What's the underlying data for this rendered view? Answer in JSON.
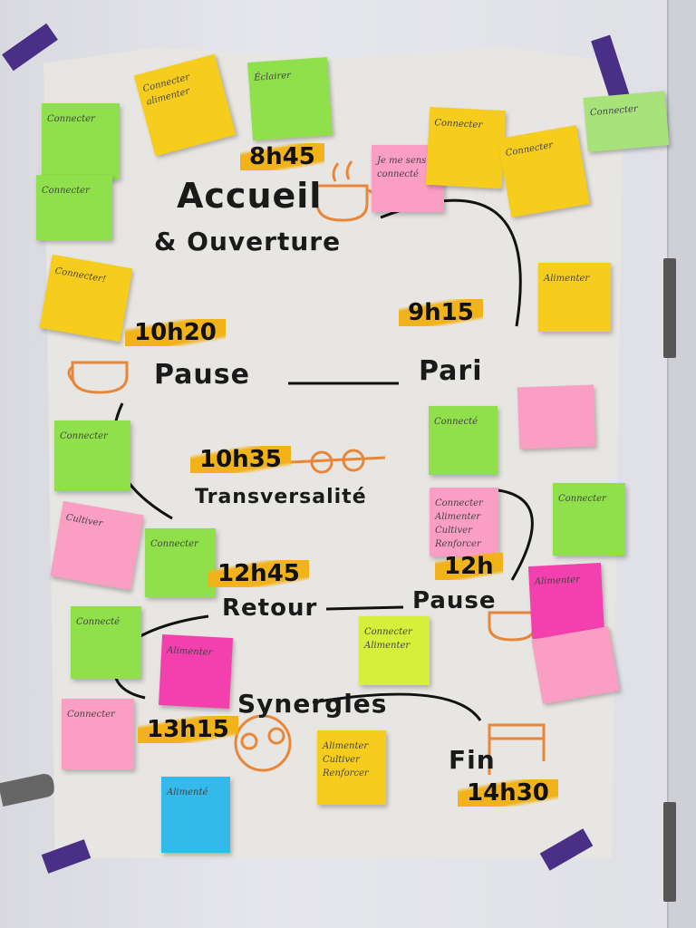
{
  "board": {
    "steps": [
      {
        "time": "8h45",
        "title": "Accueil",
        "subtitle": "& Ouverture"
      },
      {
        "time": "9h15",
        "title": "Pari"
      },
      {
        "time": "10h20",
        "title": "Pause"
      },
      {
        "time": "10h35",
        "title": "Transversalité"
      },
      {
        "time": "12h",
        "title": "Pause"
      },
      {
        "time": "12h45",
        "title": "Retour"
      },
      {
        "time": "13h15",
        "title": "Synergies"
      },
      {
        "time": "14h30",
        "title": "Fin"
      }
    ]
  },
  "notes": [
    {
      "color": "#8fe04a",
      "text": "Connecter"
    },
    {
      "color": "#8fe04a",
      "text": "Connecter"
    },
    {
      "color": "#f7cd1d",
      "text": "Connecter alimenter"
    },
    {
      "color": "#8fe04a",
      "text": "Éclairer"
    },
    {
      "color": "#fb9ec4",
      "text": "Je me sens connecté"
    },
    {
      "color": "#f7cd1d",
      "text": "Connecter"
    },
    {
      "color": "#f7cd1d",
      "text": "Connecter"
    },
    {
      "color": "#a7e27a",
      "text": "Connecter"
    },
    {
      "color": "#f7cd1d",
      "text": "Connecter!"
    },
    {
      "color": "#f7cd1d",
      "text": "Alimenter"
    },
    {
      "color": "#8fe04a",
      "text": "Connecté"
    },
    {
      "color": "#8fe04a",
      "text": "Connecter"
    },
    {
      "color": "#fb9ec4",
      "text": "Connecter Alimenter Cultiver Renforcer"
    },
    {
      "color": "#8fe04a",
      "text": "Connecter"
    },
    {
      "color": "#fb9ec4",
      "text": "Cultiver"
    },
    {
      "color": "#8fe04a",
      "text": "Connecter"
    },
    {
      "color": "#f43fae",
      "text": "Alimenter"
    },
    {
      "color": "#8fe04a",
      "text": "Connecté"
    },
    {
      "color": "#d5f03a",
      "text": "Connecter Alimenter"
    },
    {
      "color": "#f43fae",
      "text": "Alimenter"
    },
    {
      "color": "#fb9ec4",
      "text": "Connecter"
    },
    {
      "color": "#f7cd1d",
      "text": "Alimenter Cultiver Renforcer"
    },
    {
      "color": "#33b9ea",
      "text": "Alimenté"
    }
  ]
}
